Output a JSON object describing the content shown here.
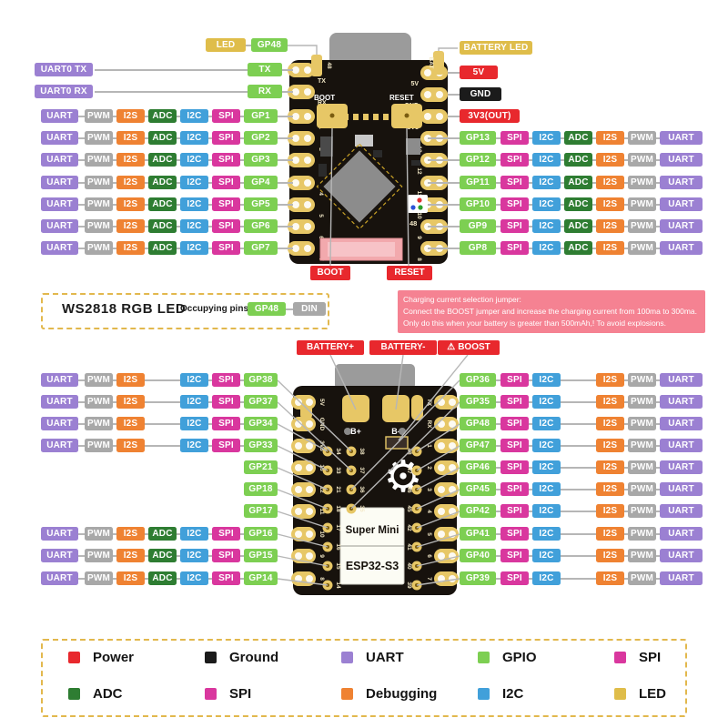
{
  "colors": {
    "functions": {
      "UART": "#9b80d2",
      "PWM": "#a8a8a8",
      "I2S": "#ef8232",
      "ADC": "#2e7d32",
      "I2C": "#41a0da",
      "SPI": "#d9379e",
      "GPIO": "#7dcf52",
      "LED": "#dfbd4a",
      "POWER": "#e8282d",
      "GND": "#1b1b1b"
    },
    "line": "#b6b6b6",
    "board": "#17120d",
    "pad_gold": "#e7c766",
    "usb_gray": "#9b9b9b",
    "chip_gray": "#8c8c8c",
    "antenna_pink": "#f2a9ad",
    "warning_bg": "#f58292",
    "dash_border": "#e2b84d",
    "red_label": "#e8282d"
  },
  "top": {
    "led_row": {
      "led": "LED",
      "pin": "GP48"
    },
    "uart_rows": [
      {
        "label": "UART0 TX",
        "pin": "TX"
      },
      {
        "label": "UART0 RX",
        "pin": "RX"
      }
    ],
    "left_rows": [
      {
        "gpio": "GP1",
        "funcs": [
          "UART",
          "PWM",
          "I2S",
          "ADC",
          "I2C",
          "SPI"
        ]
      },
      {
        "gpio": "GP2",
        "funcs": [
          "UART",
          "PWM",
          "I2S",
          "ADC",
          "I2C",
          "SPI"
        ]
      },
      {
        "gpio": "GP3",
        "funcs": [
          "UART",
          "PWM",
          "I2S",
          "ADC",
          "I2C",
          "SPI"
        ]
      },
      {
        "gpio": "GP4",
        "funcs": [
          "UART",
          "PWM",
          "I2S",
          "ADC",
          "I2C",
          "SPI"
        ]
      },
      {
        "gpio": "GP5",
        "funcs": [
          "UART",
          "PWM",
          "I2S",
          "ADC",
          "I2C",
          "SPI"
        ]
      },
      {
        "gpio": "GP6",
        "funcs": [
          "UART",
          "PWM",
          "I2S",
          "ADC",
          "I2C",
          "SPI"
        ]
      },
      {
        "gpio": "GP7",
        "funcs": [
          "UART",
          "PWM",
          "I2S",
          "ADC",
          "I2C",
          "SPI"
        ]
      }
    ],
    "right_power": [
      {
        "label": "BATTERY LED",
        "key": "LED",
        "w": 80
      },
      {
        "label": "5V",
        "key": "POWER",
        "w": 42
      },
      {
        "label": "GND",
        "key": "GND",
        "w": 46
      },
      {
        "label": "3V3(OUT)",
        "key": "POWER",
        "w": 66
      }
    ],
    "right_rows": [
      {
        "gpio": "GP13",
        "funcs": [
          "SPI",
          "I2C",
          "ADC",
          "I2S",
          "PWM",
          "UART"
        ]
      },
      {
        "gpio": "GP12",
        "funcs": [
          "SPI",
          "I2C",
          "ADC",
          "I2S",
          "PWM",
          "UART"
        ]
      },
      {
        "gpio": "GP11",
        "funcs": [
          "SPI",
          "I2C",
          "ADC",
          "I2S",
          "PWM",
          "UART"
        ]
      },
      {
        "gpio": "GP10",
        "funcs": [
          "SPI",
          "I2C",
          "ADC",
          "I2S",
          "PWM",
          "UART"
        ]
      },
      {
        "gpio": "GP9",
        "funcs": [
          "SPI",
          "I2C",
          "ADC",
          "I2S",
          "PWM",
          "UART"
        ]
      },
      {
        "gpio": "GP8",
        "funcs": [
          "SPI",
          "I2C",
          "ADC",
          "I2S",
          "PWM",
          "UART"
        ]
      }
    ],
    "buttons": {
      "boot": "BOOT",
      "reset": "RESET"
    },
    "board": {
      "left_pins": [
        "TX",
        "RX",
        "1",
        "2",
        "3",
        "4",
        "5",
        "6",
        "7"
      ],
      "right_pins": [
        "5V",
        "GND",
        "3V3",
        "13",
        "12",
        "11",
        "10",
        "9",
        "8"
      ],
      "bat": "BAT",
      "led_pad": "48",
      "boot_silk": "BOOT",
      "reset_silk": "RESET",
      "rgb_silk": "48"
    }
  },
  "ws2818": {
    "title": "WS2818 RGB LED",
    "subtitle": "Occupying pins",
    "pin": "GP48",
    "din": "DIN"
  },
  "charging": {
    "lines": [
      "Charging current selection jumper:",
      "Connect the BOOST jumper and increase the charging current from 100ma to 300ma.",
      "Only do this when your battery is greater than 500mAh,! To avoid explosions."
    ]
  },
  "bottom": {
    "top_labels": {
      "bplus": "BATTERY+",
      "bminus": "BATTERY-",
      "boost": "BOOST",
      "warn_icon": "⚠"
    },
    "left_rows": [
      {
        "gpio": "GP38",
        "funcs": [
          "UART",
          "PWM",
          "I2S",
          "I2C",
          "SPI"
        ]
      },
      {
        "gpio": "GP37",
        "funcs": [
          "UART",
          "PWM",
          "I2S",
          "I2C",
          "SPI"
        ]
      },
      {
        "gpio": "GP34",
        "funcs": [
          "UART",
          "PWM",
          "I2S",
          "I2C",
          "SPI"
        ]
      },
      {
        "gpio": "GP33",
        "funcs": [
          "UART",
          "PWM",
          "I2S",
          "I2C",
          "SPI"
        ]
      },
      {
        "gpio": "GP21",
        "funcs": []
      },
      {
        "gpio": "GP18",
        "funcs": []
      },
      {
        "gpio": "GP17",
        "funcs": []
      },
      {
        "gpio": "GP16",
        "funcs": [
          "UART",
          "PWM",
          "I2S",
          "ADC",
          "I2C",
          "SPI"
        ]
      },
      {
        "gpio": "GP15",
        "funcs": [
          "UART",
          "PWM",
          "I2S",
          "ADC",
          "I2C",
          "SPI"
        ]
      },
      {
        "gpio": "GP14",
        "funcs": [
          "UART",
          "PWM",
          "I2S",
          "ADC",
          "I2C",
          "SPI"
        ]
      }
    ],
    "right_rows": [
      {
        "gpio": "GP36",
        "funcs": [
          "SPI",
          "I2C",
          "I2S",
          "PWM",
          "UART"
        ]
      },
      {
        "gpio": "GP35",
        "funcs": [
          "SPI",
          "I2C",
          "I2S",
          "PWM",
          "UART"
        ]
      },
      {
        "gpio": "GP48",
        "funcs": [
          "SPI",
          "I2C",
          "I2S",
          "PWM",
          "UART"
        ]
      },
      {
        "gpio": "GP47",
        "funcs": [
          "SPI",
          "I2C",
          "I2S",
          "PWM",
          "UART"
        ]
      },
      {
        "gpio": "GP46",
        "funcs": [
          "SPI",
          "I2C",
          "I2S",
          "PWM",
          "UART"
        ]
      },
      {
        "gpio": "GP45",
        "funcs": [
          "SPI",
          "I2C",
          "I2S",
          "PWM",
          "UART"
        ]
      },
      {
        "gpio": "GP42",
        "funcs": [
          "SPI",
          "I2C",
          "I2S",
          "PWM",
          "UART"
        ]
      },
      {
        "gpio": "GP41",
        "funcs": [
          "SPI",
          "I2C",
          "I2S",
          "PWM",
          "UART"
        ]
      },
      {
        "gpio": "GP40",
        "funcs": [
          "SPI",
          "I2C",
          "I2S",
          "PWM",
          "UART"
        ]
      },
      {
        "gpio": "GP39",
        "funcs": [
          "SPI",
          "I2C",
          "I2S",
          "PWM",
          "UART"
        ]
      }
    ],
    "board": {
      "b_plus": "B+",
      "b_minus": "B-",
      "left_edge": [
        "5V",
        "GND",
        "3V3",
        "13",
        "12",
        "11",
        "10",
        "9",
        "8"
      ],
      "right_edge": [
        "TX",
        "RX",
        "1",
        "2",
        "3",
        "4",
        "5",
        "6",
        "7"
      ],
      "col_a": [
        "34",
        "33",
        "21",
        "18",
        "17",
        "16",
        "15",
        "14"
      ],
      "col_b": [
        "38",
        "37",
        "36",
        "35"
      ],
      "col_c": [
        "48",
        "47",
        "46",
        "45",
        "42",
        "41",
        "40",
        "39"
      ],
      "title1": "Super Mini",
      "title2": "ESP32-S3"
    }
  },
  "legend": {
    "rows": [
      [
        {
          "label": "Power",
          "key": "POWER"
        },
        {
          "label": "Ground",
          "key": "GND"
        },
        {
          "label": "UART",
          "key": "UART"
        },
        {
          "label": "GPIO",
          "key": "GPIO"
        },
        {
          "label": "SPI",
          "key": "SPI"
        }
      ],
      [
        {
          "label": "ADC",
          "key": "ADC"
        },
        {
          "label": "SPI",
          "key": "SPI"
        },
        {
          "label": "Debugging",
          "key": "I2S"
        },
        {
          "label": "I2C",
          "key": "I2C"
        },
        {
          "label": "LED",
          "key": "LED"
        }
      ]
    ]
  }
}
